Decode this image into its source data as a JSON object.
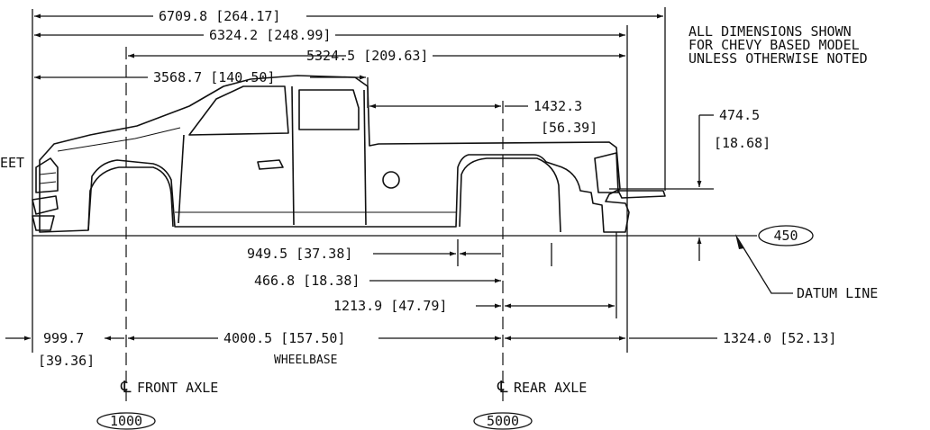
{
  "note": {
    "line1": "ALL DIMENSIONS SHOWN",
    "line2": "FOR CHEVY BASED MODEL",
    "line3": "UNLESS OTHERWISE NOTED"
  },
  "labels": {
    "sheet_fragment": "EET",
    "wheelbase": "WHEELBASE",
    "front_axle": "FRONT AXLE",
    "rear_axle": "REAR AXLE",
    "datum_line": "DATUM LINE",
    "centerline_symbol": "℄"
  },
  "balloons": {
    "datum": "450",
    "front_axle": "1000",
    "rear_axle": "5000"
  },
  "dimensions": {
    "overall_length": "6709.8 [264.17]",
    "length_to_bumper": "6324.2 [248.99]",
    "front_axle_to_rear": "5324.5 [209.63]",
    "front_to_cab_back": "3568.7 [140.50]",
    "box_to_rear_axle_mm": "1432.3",
    "box_to_rear_axle_in": "[56.39]",
    "hitch_height_mm": "474.5",
    "hitch_height_in": "[18.68]",
    "dim_949": "949.5 [37.38]",
    "dim_466": "466.8 [18.38]",
    "dim_1213": "1213.9 [47.79]",
    "front_overhang_mm": "999.7",
    "front_overhang_in": "[39.36]",
    "wheelbase": "4000.5 [157.50]",
    "rear_overhang": "1324.0 [52.13]"
  }
}
